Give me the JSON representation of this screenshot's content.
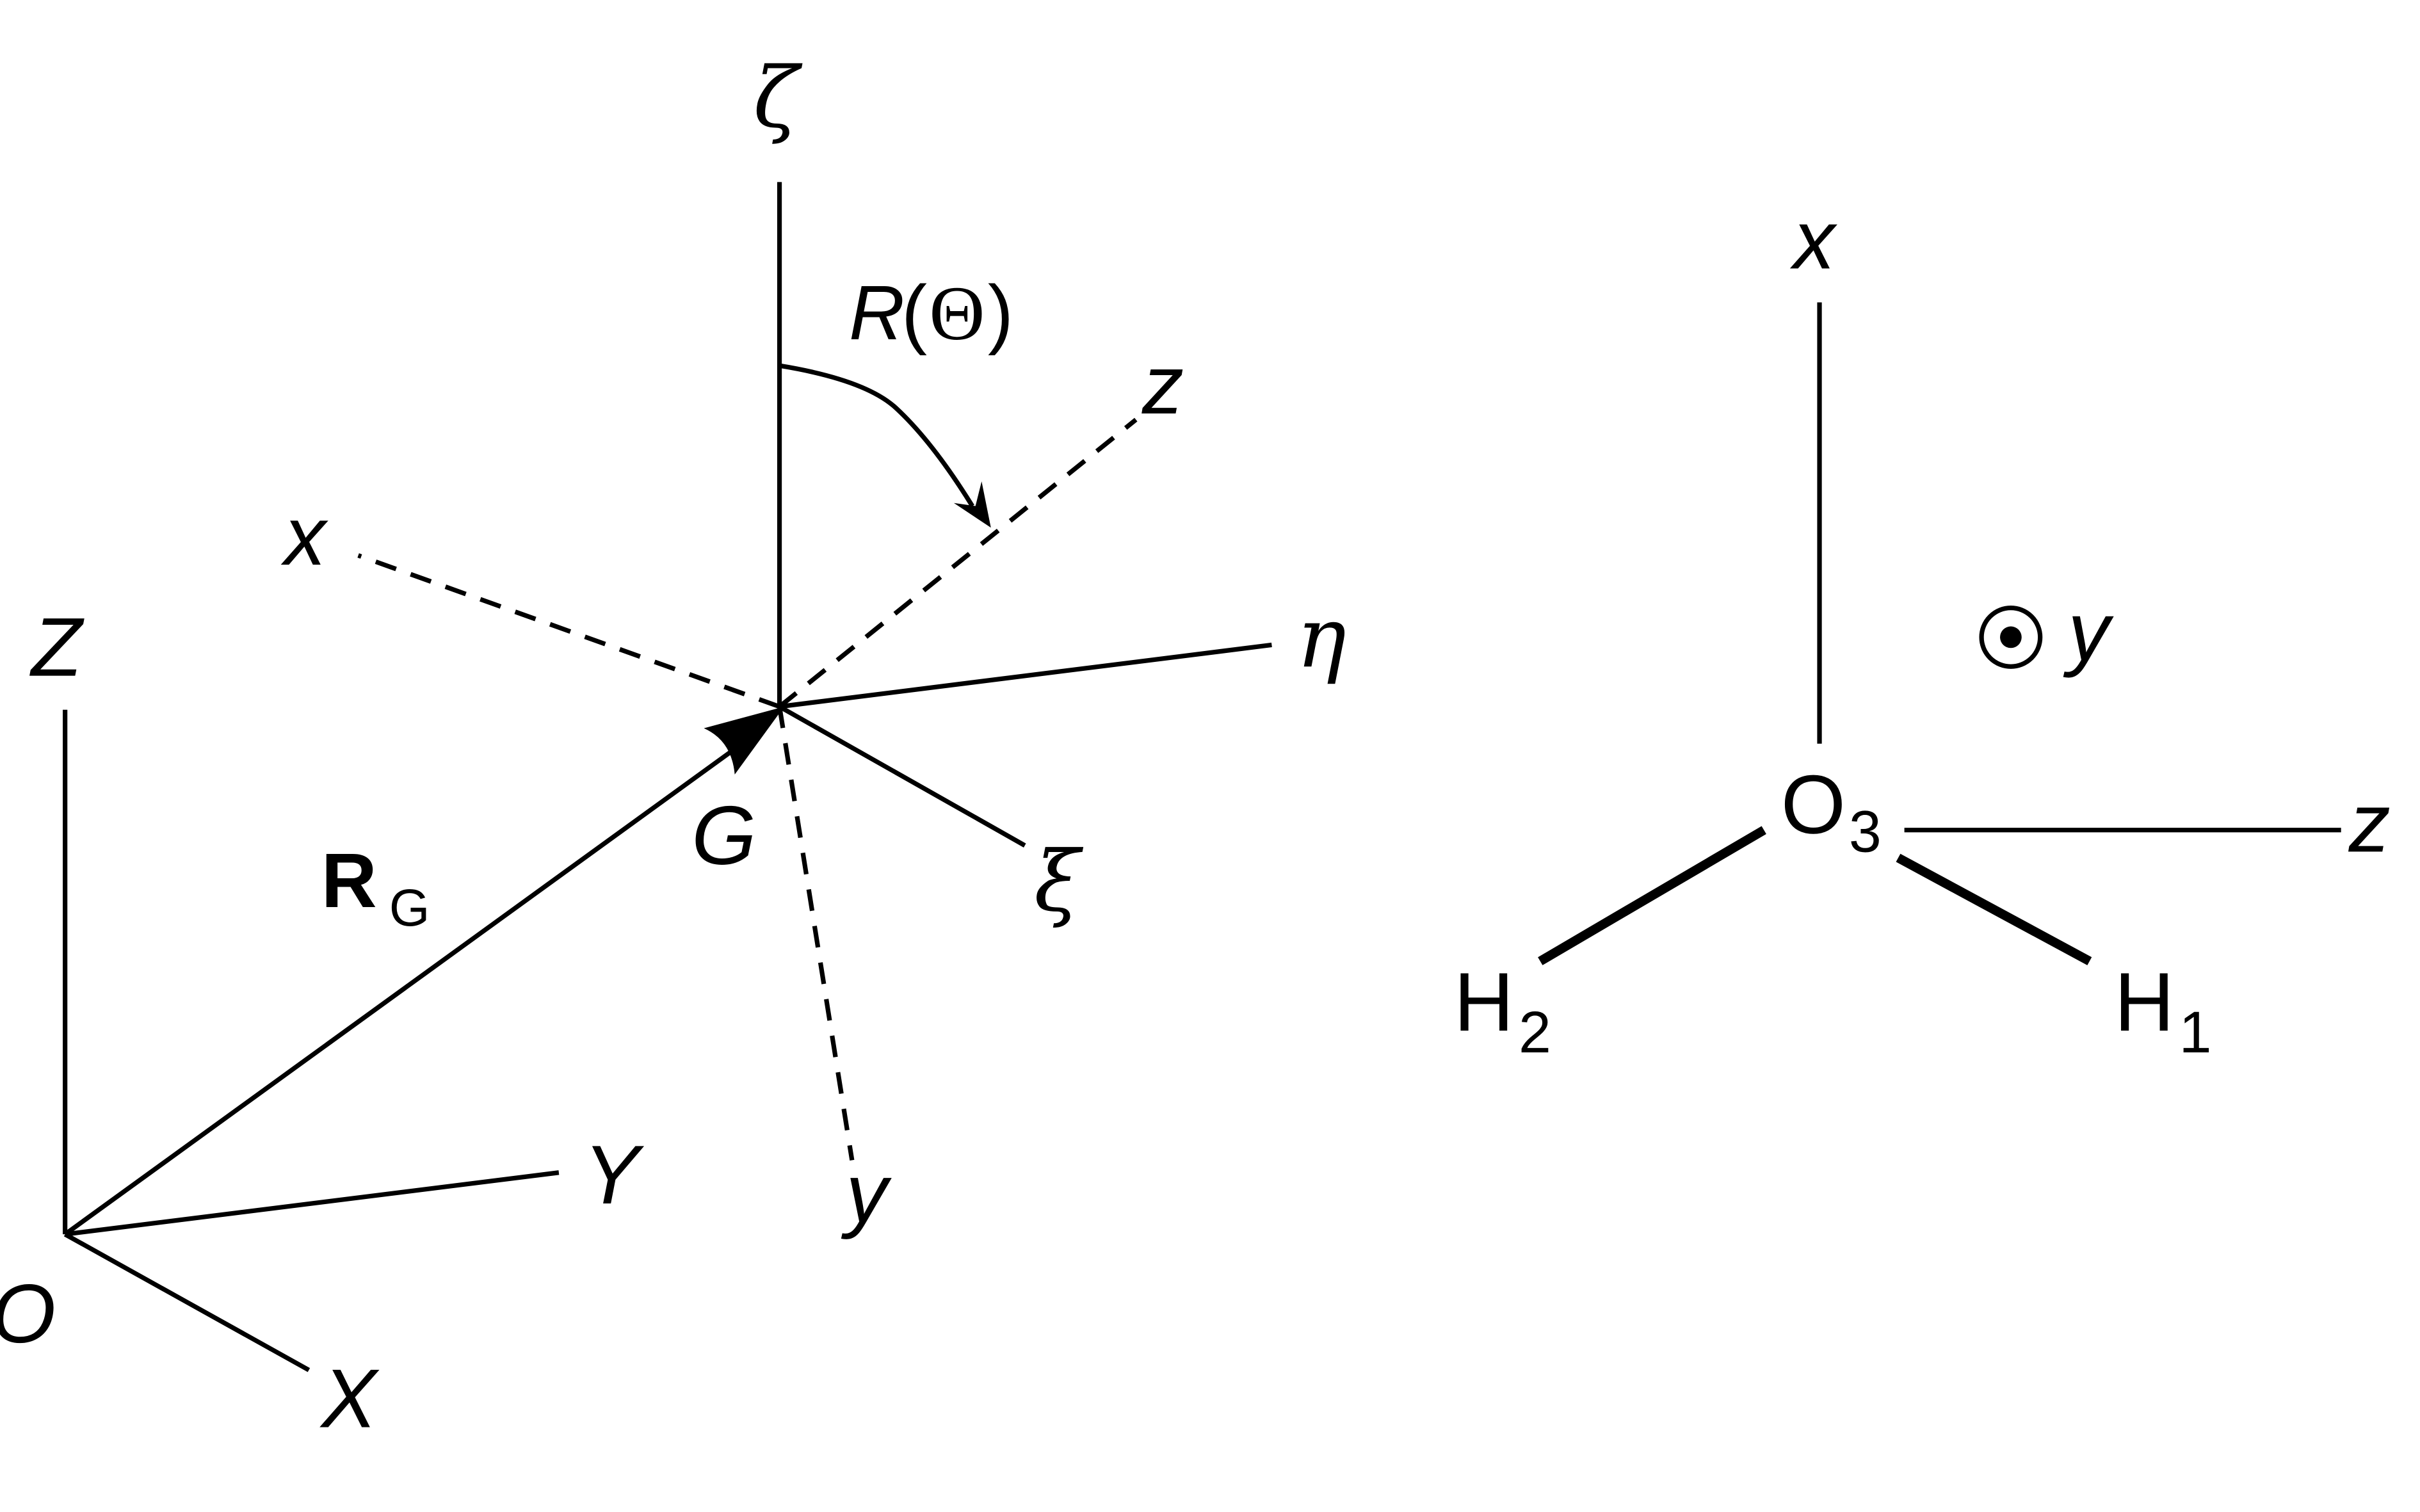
{
  "left_diagram": {
    "space_frame": {
      "origin": "O",
      "axes": [
        "X",
        "Y",
        "Z"
      ]
    },
    "vector": {
      "label": "R",
      "subscript": "G"
    },
    "center_of_mass": "G",
    "body_frame": {
      "axes": [
        "ξ",
        "η",
        "ζ"
      ]
    },
    "molecular_frame": {
      "axes": [
        "x",
        "y",
        "z"
      ]
    },
    "rotation": {
      "label_R": "R",
      "label_open": "(",
      "label_theta": "Θ",
      "label_close": ")"
    }
  },
  "right_diagram": {
    "axis_x": "x",
    "axis_y": "y",
    "axis_z": "z",
    "atoms": {
      "oxygen": {
        "symbol": "O",
        "index": "3"
      },
      "hydrogen1": {
        "symbol": "H",
        "index": "1"
      },
      "hydrogen2": {
        "symbol": "H",
        "index": "2"
      }
    },
    "y_symbol": "out-of-plane (dot in circle)"
  }
}
